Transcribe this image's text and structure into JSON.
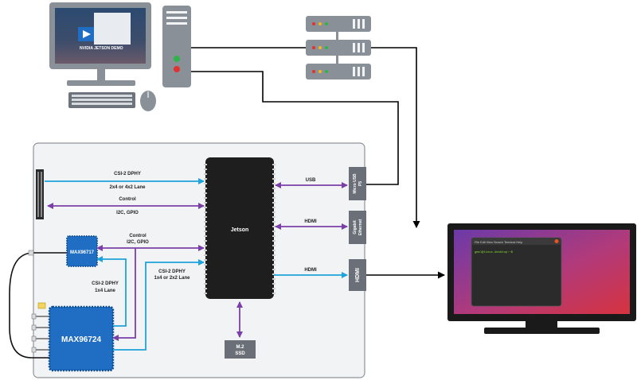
{
  "diagram": {
    "jetson": "Jetson",
    "max96717": "MAX96717",
    "max96724": "MAX96724",
    "ssd": [
      "M.2",
      "SSD"
    ],
    "ports": {
      "micro_usb": [
        "Micro USB",
        "P5"
      ],
      "ethernet": [
        "Gigabit",
        "Ethernet"
      ],
      "hdmi": "HDMI"
    },
    "links": {
      "csi_top": [
        "CSI-2 DPHY",
        "2x4 or 4x2 Lane"
      ],
      "control_top": [
        "Control",
        "I2C, GPIO"
      ],
      "control_mid": [
        "Control",
        "I2C, GPIO"
      ],
      "csi_left": [
        "CSI-2 DPHY",
        "1x4 Lane"
      ],
      "csi_right": [
        "CSI-2 DPHY",
        "1x4 or 2x2 Lane"
      ],
      "usb": "USB",
      "hdmi_1": "HDMI",
      "hdmi_2": "HDMI"
    },
    "desktop": {
      "video_caption": "NVIDIA JETSON DEMO",
      "terminal_menu": "File Edit View Search Terminal Help",
      "terminal_prompt": "gmsl@linux-desktop:~$"
    },
    "colors": {
      "blue_link": "#1ea3dc",
      "purple_link": "#7a3fa8",
      "chip_blue": "#1f6ec3",
      "jetson": "#1e1e1e",
      "board": "#f2f3f5"
    }
  }
}
